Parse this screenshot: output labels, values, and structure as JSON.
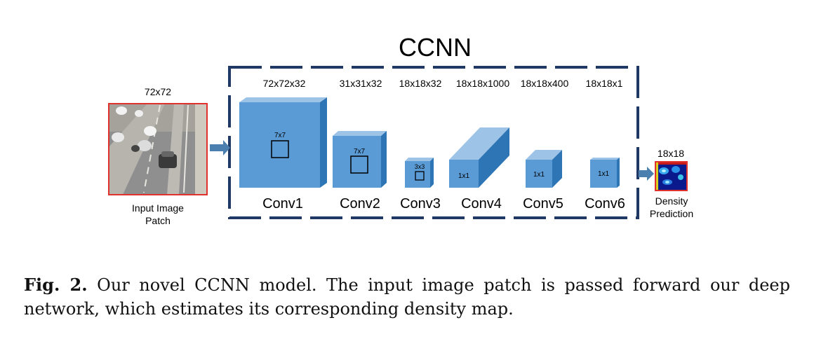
{
  "model_title": "CCNN",
  "input": {
    "size_label": "72x72",
    "name_line1": "Input Image",
    "name_line2": "Patch"
  },
  "layers": [
    {
      "name": "Conv1",
      "dims": "72x72x32",
      "kernel": "7x7"
    },
    {
      "name": "Conv2",
      "dims": "31x31x32",
      "kernel": "7x7"
    },
    {
      "name": "Conv3",
      "dims": "18x18x32",
      "kernel": "3x3"
    },
    {
      "name": "Conv4",
      "dims": "18x18x1000",
      "kernel": "1x1"
    },
    {
      "name": "Conv5",
      "dims": "18x18x400",
      "kernel": "1x1"
    },
    {
      "name": "Conv6",
      "dims": "18x18x1",
      "kernel": "1x1"
    }
  ],
  "output": {
    "size_label": "18x18",
    "name_line1": "Density",
    "name_line2": "Prediction"
  },
  "caption": {
    "label": "Fig. 2.",
    "text": "Our novel CCNN model. The input image patch is passed forward our deep network, which estimates its corresponding density map."
  },
  "colors": {
    "block_front": "#5b9bd5",
    "block_top": "#9dc3e6",
    "block_side": "#2e75b6",
    "frame": "#1f3864",
    "arrow": "#4a7fb0",
    "input_border": "#e0312c"
  }
}
